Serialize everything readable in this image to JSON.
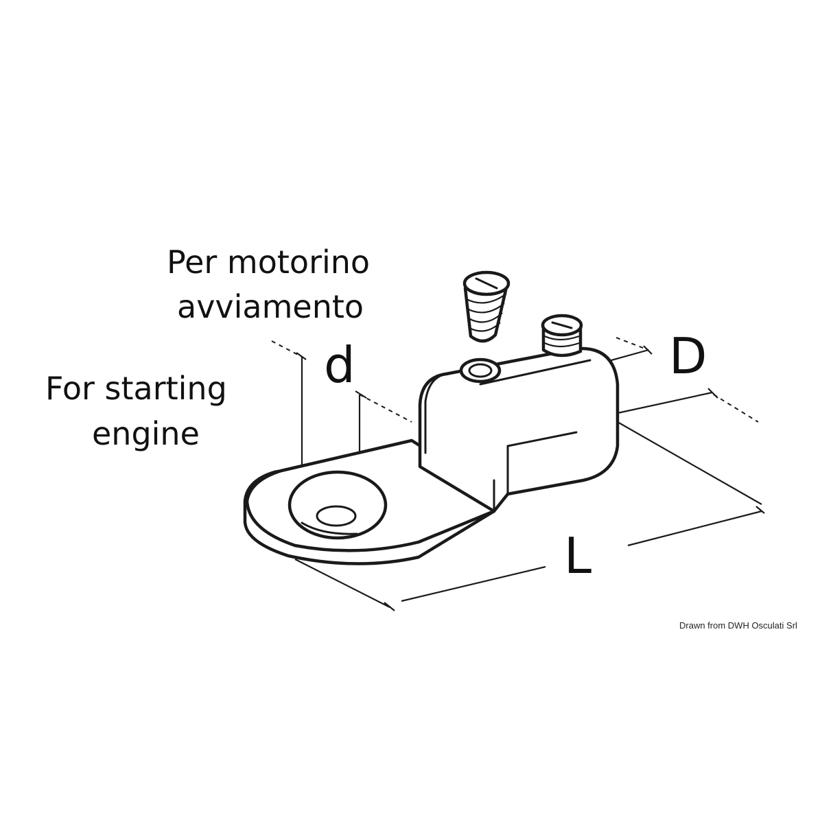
{
  "labels": {
    "italian_line1": "Per motorino",
    "italian_line2": "avviamento",
    "english_line1": "For starting",
    "english_line2": "engine",
    "dim_small_diameter": "d",
    "dim_large_diameter": "D",
    "dim_length": "L",
    "credit": "Drawn from DWH Osculati Srl"
  },
  "colors": {
    "ink": "#1a1a1a",
    "background": "#ffffff"
  }
}
